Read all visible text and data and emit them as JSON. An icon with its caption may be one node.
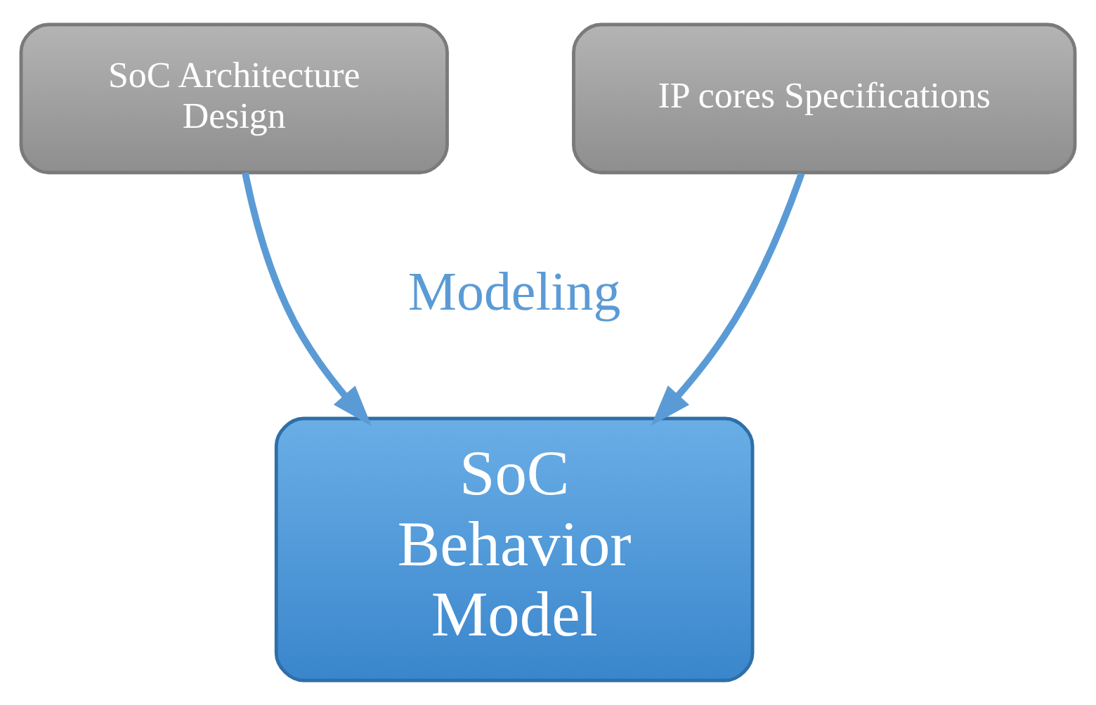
{
  "diagram": {
    "nodes": [
      {
        "text": [
          "SoC Architecture Design"
        ]
      },
      {
        "text": [
          "IP cores Specifications"
        ]
      },
      {
        "text": [
          "SoC Behavior Model"
        ]
      }
    ],
    "edges": [
      {
        "from": 0,
        "to": 2,
        "arrow": "to"
      },
      {
        "from": 1,
        "to": 2,
        "arrow": "to"
      }
    ],
    "labels": [
      "Modeling"
    ]
  }
}
